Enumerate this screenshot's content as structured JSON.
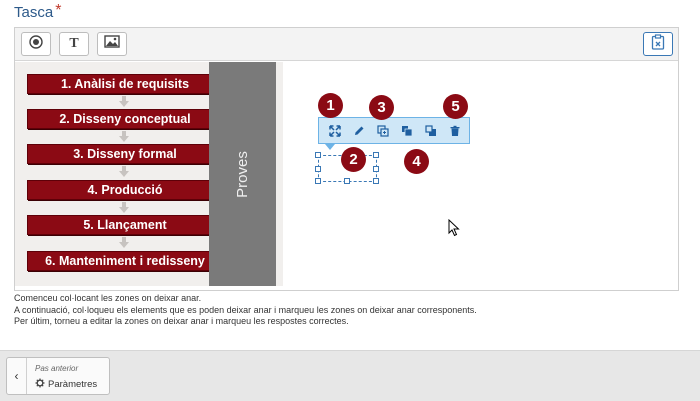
{
  "section": {
    "title": "Tasca",
    "required_mark": "*"
  },
  "toolbar": {
    "buttons": [
      {
        "icon": "target-icon"
      },
      {
        "icon": "text-icon",
        "label": "T"
      },
      {
        "icon": "image-icon"
      }
    ],
    "right_button": {
      "icon": "clipboard-delete-icon"
    }
  },
  "diagram": {
    "steps": [
      "1. Anàlisi de requisits",
      "2. Disseny conceptual",
      "3. Disseny formal",
      "4. Producció",
      "5. Llançament",
      "6. Manteniment i redisseny"
    ],
    "side_label": "Proves"
  },
  "drop_zone_toolbar": {
    "buttons": [
      {
        "icon": "resize-icon"
      },
      {
        "icon": "edit-icon"
      },
      {
        "icon": "copy-icon"
      },
      {
        "icon": "bring-front-icon"
      },
      {
        "icon": "send-back-icon"
      },
      {
        "icon": "delete-icon"
      }
    ]
  },
  "badges": [
    "1",
    "2",
    "3",
    "4",
    "5"
  ],
  "help_text": [
    "Comenceu col·locant les zones on deixar anar.",
    "A continuació, col·loqueu els elements que es poden deixar anar i marqueu les zones on deixar anar corresponents.",
    "Per últim, torneu a editar la zones on deixar anar i marqueu les respostes correctes."
  ],
  "footer": {
    "prev_label": "Pas anterior",
    "prev_target": "Paràmetres"
  },
  "colors": {
    "accent": "#2d5a8a",
    "step_bg": "#8b0a14",
    "zone_border": "#3a78b5",
    "toolbar_bg": "#cfe7f7"
  }
}
